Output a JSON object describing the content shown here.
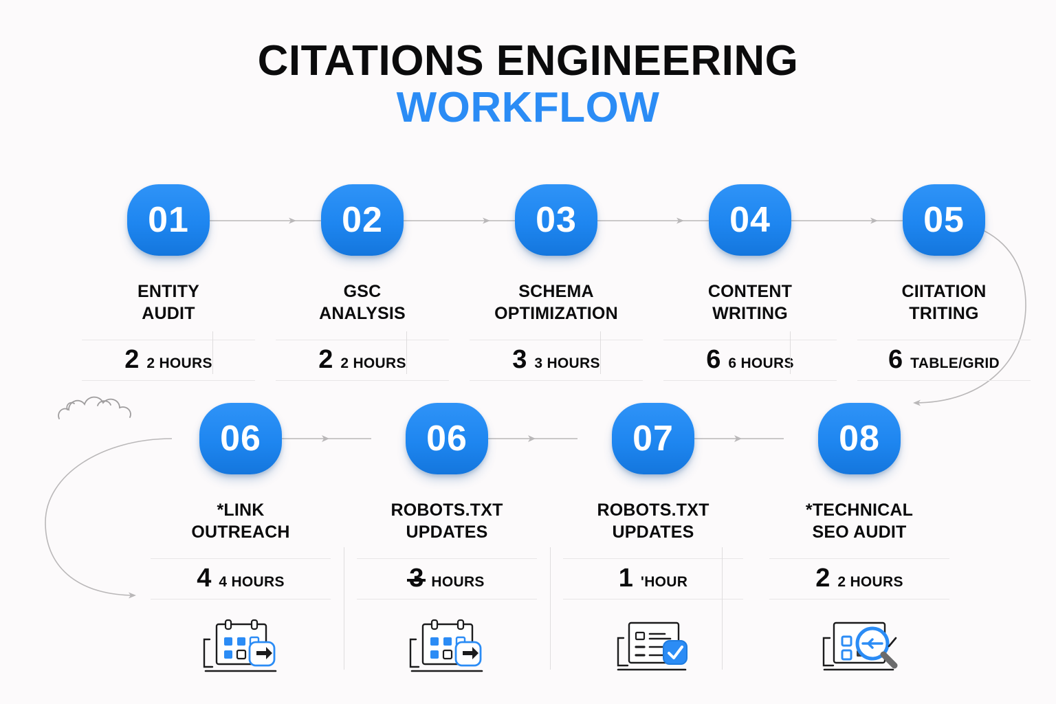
{
  "title": {
    "line1": "CITATIONS ENGINEERING",
    "line2": "WORKFLOW",
    "accent_color": "#2b8cf5"
  },
  "theme": {
    "background": "#fcfafb",
    "badge_blue": "#1e86f0",
    "text_dark": "#0b0b0c",
    "connector_gray": "#b9b7b8",
    "divider_gray": "#dedcdd"
  },
  "rows": [
    {
      "id": "row-1",
      "steps": [
        {
          "number": "01",
          "title": "ENTITY\nAUDIT",
          "metric_value": "2",
          "metric_label": "2 HOURS",
          "icon": ""
        },
        {
          "number": "02",
          "title": "GSC\nANALYSIS",
          "metric_value": "2",
          "metric_label": "2 HOURS",
          "icon": ""
        },
        {
          "number": "03",
          "title": "SCHEMA\nOPTIMIZATION",
          "metric_value": "3",
          "metric_label": "3 HOURS",
          "icon": ""
        },
        {
          "number": "04",
          "title": "CONTENT\nWRITING",
          "metric_value": "6",
          "metric_label": "6 HOURS",
          "icon": ""
        },
        {
          "number": "05",
          "title": "CIITATION\nTRITING",
          "metric_value": "6",
          "metric_label": "TABLE/GRID",
          "icon": ""
        }
      ]
    },
    {
      "id": "row-2",
      "steps": [
        {
          "number": "06",
          "title": "*LINK\nOUTREACH",
          "metric_value": "4",
          "metric_label": "4 HOURS",
          "icon": "calendar-grid-icon"
        },
        {
          "number": "06",
          "title": "ROBOTS.TXT\nUPDATES",
          "metric_value": "3",
          "metric_label": "HOURS",
          "icon": "calendar-grid-icon",
          "metric_struck": true
        },
        {
          "number": "07",
          "title": "ROBOTS.TXT\nUPDATES",
          "metric_value": "1",
          "metric_label": "'HOUR",
          "icon": "checklist-document-icon"
        },
        {
          "number": "08",
          "title": "*TECHNICAL\nSEO AUDIT",
          "metric_value": "2",
          "metric_label": "2 HOURS",
          "icon": "audit-magnifier-icon"
        }
      ]
    }
  ],
  "decorations": {
    "cloud": "cloud-doodle",
    "right_loop_arrow": "loop-arrow-row1-to-row2",
    "left_loop_arrow": "loop-arrow-row2-return"
  }
}
